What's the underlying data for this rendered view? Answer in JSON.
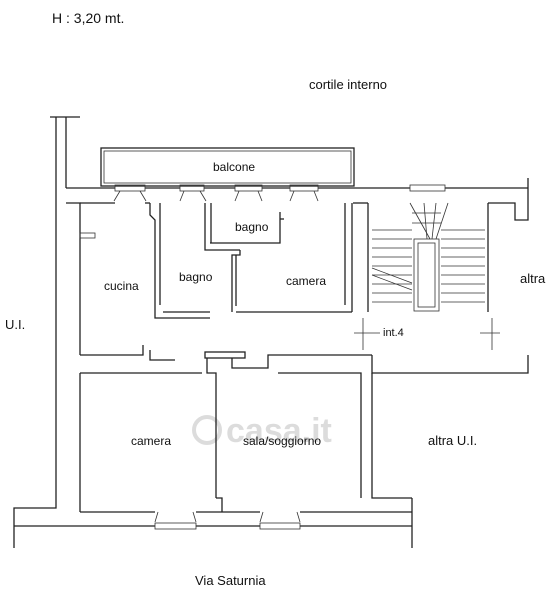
{
  "plan": {
    "height_note": "H : 3,20 mt.",
    "courtyard": "cortile interno",
    "street": "Via Saturnia",
    "neighbors": {
      "left": "U.I.",
      "right_upper": "altra",
      "right_lower": "altra U.I."
    },
    "rooms": {
      "balcony": "balcone",
      "kitchen": "cucina",
      "bath_1": "bagno",
      "bath_2": "bagno",
      "bedroom_1": "camera",
      "bedroom_2": "camera",
      "living": "sala/soggiorno"
    },
    "landing": "int.4",
    "watermark": "casa.it"
  }
}
